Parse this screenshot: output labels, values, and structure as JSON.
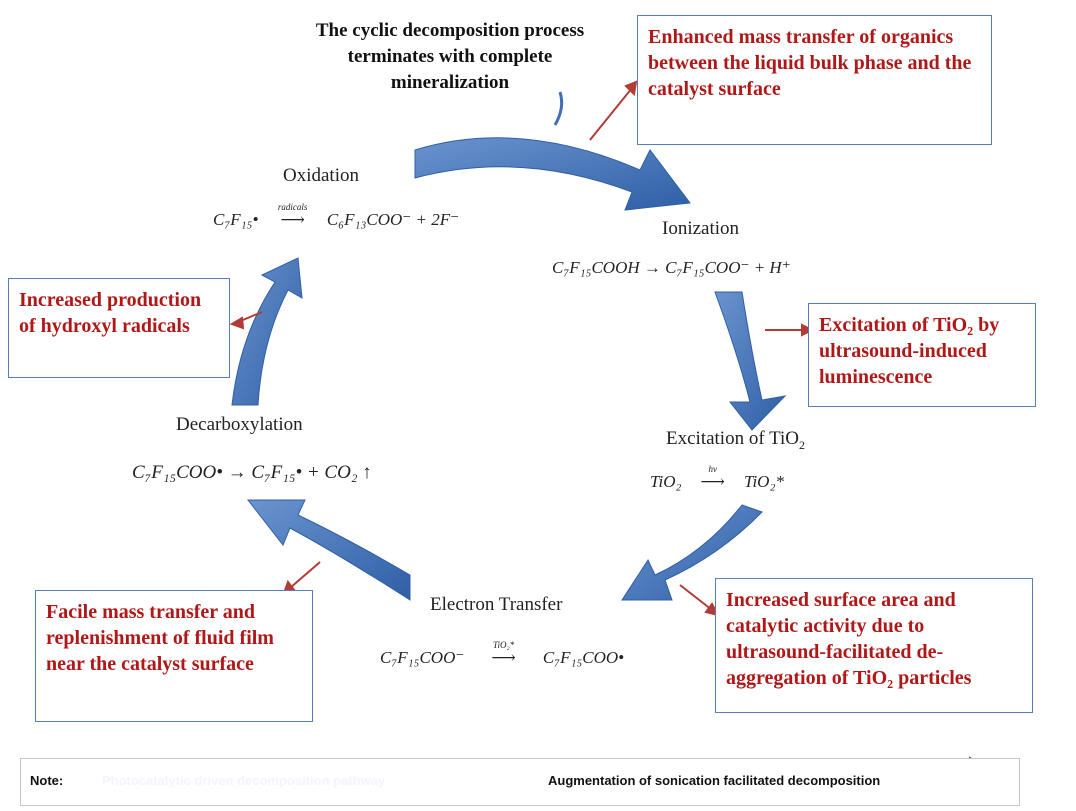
{
  "colors": {
    "pathway_arrow": "#3f6fb5",
    "augment_arrow": "#b33b36",
    "box_text": "#b01818",
    "box_border": "#5a7fb5"
  },
  "title_note": "The cyclic decomposition process terminates with complete mineralization",
  "stages": {
    "oxidation": "Oxidation",
    "ionization": "Ionization",
    "excitation": "Excitation of TiO",
    "excitation_sub": "2",
    "electron_transfer": "Electron Transfer",
    "decarboxylation": "Decarboxylation"
  },
  "equations": {
    "oxidation_lhs": "C₇F₁₅•",
    "oxidation_cond": "radicals",
    "oxidation_rhs": "C₆F₁₃COO⁻ + 2F⁻",
    "ionization": "C₇F₁₅COOH → C₇F₁₅COO⁻ + H⁺",
    "excitation_lhs": "TiO₂",
    "excitation_cond": "hν",
    "excitation_rhs": "TiO₂*",
    "electron_lhs": "C₇F₁₅COO⁻",
    "electron_cond": "TiO₂*",
    "electron_rhs": "C₇F₁₅COO•",
    "decarboxylation": "C₇F₁₅COO• → C₇F₁₅• + CO₂ ↑"
  },
  "boxes": {
    "mass_transfer": "Enhanced mass transfer of organics between the liquid bulk phase and the catalyst surface",
    "excitation": "Excitation of TiO₂ by ultrasound-induced luminescence",
    "surface_area": "Increased surface area and catalytic activity due to ultrasound-facilitated de-aggregation of TiO₂ particles",
    "facile": "Facile mass transfer and replenishment of fluid film near the catalyst surface",
    "hydroxyl": "Increased production of hydroxyl radicals"
  },
  "legend": {
    "note": "Note:",
    "pathway": "Photocatalytic driven decomposition pathway",
    "augmentation": "Augmentation of sonication facilitated decomposition"
  }
}
